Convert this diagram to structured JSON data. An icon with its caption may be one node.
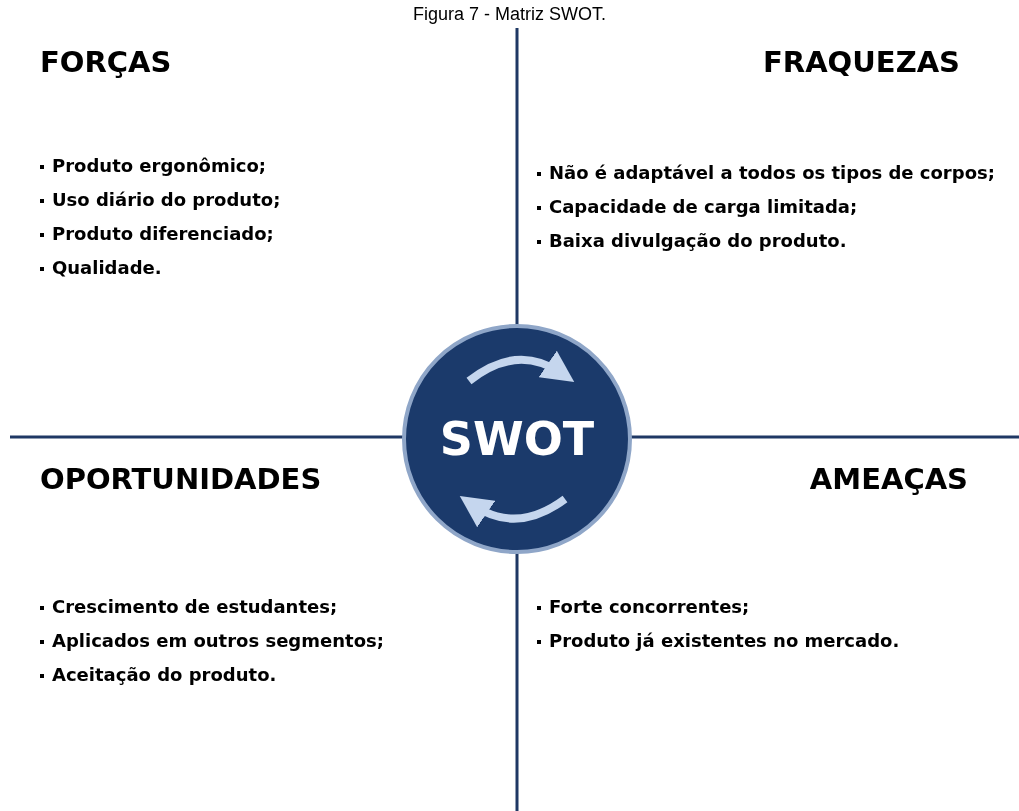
{
  "diagram": {
    "title": "Figura 7 - Matriz SWOT.",
    "nodes": [
      {
        "text": [
          "SWOT"
        ]
      }
    ],
    "edges": [],
    "labels": [
      "FORÇAS",
      "Produto ergonômico;",
      "Uso diário do produto;",
      "Produto diferenciado;",
      "Qualidade.",
      "FRAQUEZAS",
      "Não é adaptável a todos os tipos de corpos;",
      "Capacidade de carga limitada;",
      "Baixa divulgação do produto.",
      "OPORTUNIDADES",
      "Crescimento de estudantes;",
      "Aplicados em outros segmentos;",
      "Aceitação do produto.",
      "AMEAÇAS",
      "Forte concorrentes;",
      "Produto já existentes no mercado."
    ]
  }
}
